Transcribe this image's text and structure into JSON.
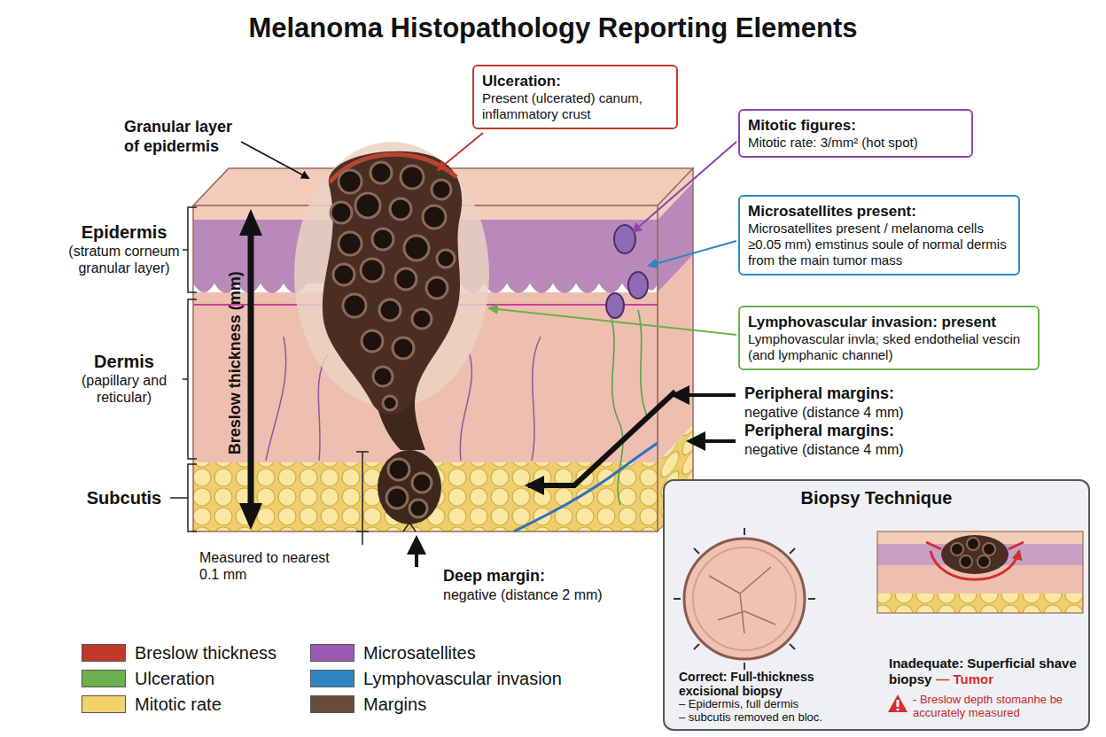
{
  "diagram": {
    "title": "Melanoma Histopathology Reporting Elements",
    "nodes": [
      {
        "text": [
          "Ulceration:",
          "Present (ulcerated) canum, inflammatory crust"
        ]
      },
      {
        "text": [
          "Mitotic figures:",
          "Mitotic rate: 3/mm² (hot spot)"
        ]
      },
      {
        "text": [
          "Microsatellites present:",
          "Microsatellites present / melanoma cells ≥0.05 mm) emstinus soule of normal dermis from the main tumor mass"
        ]
      },
      {
        "text": [
          "Lymphovascular invasion: present",
          "Lymphovascular invla; sked endothelial vescin (and lymphanic channel)"
        ]
      },
      {
        "text": [
          "Biopsy Technique",
          "Correct: Full-thickness excisional biopsy",
          "– Epidermis, full dermis",
          "– subcutis removed en bloc.",
          "Inadequate: Superficial shave biopsy",
          "— Tumor",
          "- Breslow depth stomanhe be accurately measured"
        ]
      }
    ],
    "labels": [
      "Granular layer of epidermis",
      "Epidermis",
      "(stratum corneum granular layer)",
      "Dermis",
      "(papillary and reticular)",
      "Subcutis",
      "Breslow thickness (mm)",
      "Measured to nearest 0.1 mm",
      "Peripheral margins:",
      "negative (distance 4 mm)",
      "Peripheral margins:",
      "negative (distance 4 mm)",
      "Deep margin:",
      "negative (distance 2 mm)"
    ],
    "legend": [
      {
        "text": "Breslow thickness",
        "color": "#c0392b"
      },
      {
        "text": "Ulceration",
        "color": "#6ab04c"
      },
      {
        "text": "Mitotic rate",
        "color": "#f2d16b"
      },
      {
        "text": "Microsatellites",
        "color": "#9b59b6"
      },
      {
        "text": "Lymphovascular invasion",
        "color": "#2e86c1"
      },
      {
        "text": "Margins",
        "color": "#6b4a3a"
      }
    ]
  }
}
